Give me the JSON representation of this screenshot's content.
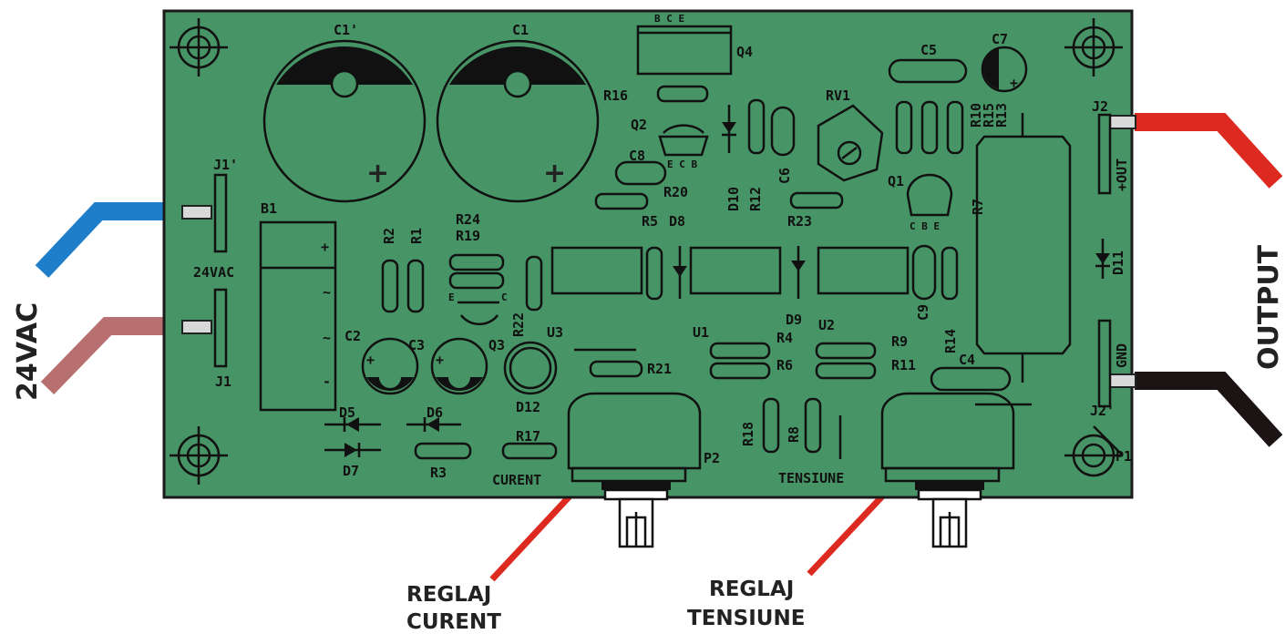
{
  "colors": {
    "board": "#479466",
    "wire_blue": "#1f7ec9",
    "wire_pink": "#b86f6f",
    "wire_red": "#dd2a20",
    "wire_black": "#1c1414",
    "silkscreen": "#111111"
  },
  "connectors": {
    "input_left": "24VAC",
    "output_right": "OUTPUT",
    "input_board": "24VAC",
    "j1_top": "J1'",
    "j1_bottom": "J1",
    "j2_top": "J2",
    "j2_bottom": "J2'",
    "out_plus": "+OUT",
    "out_gnd": "GND"
  },
  "adjust_labels": {
    "current_line1": "REGLAJ",
    "current_line2": "CURENT",
    "voltage_line1": "REGLAJ",
    "voltage_line2": "TENSIUNE"
  },
  "board_texts": {
    "curent": "CURENT",
    "tensiune": "TENSIUNE"
  },
  "pins": {
    "q4": "B C E",
    "q2": "E C B",
    "q1": "C B E",
    "q3_e": "E",
    "q3_c": "C"
  },
  "bridge_marks": [
    "+",
    "~",
    "~",
    "-"
  ],
  "components": {
    "C1p": "C1'",
    "C1": "C1",
    "C2": "C2",
    "C3": "C3",
    "C4": "C4",
    "C5": "C5",
    "C6": "C6",
    "C7": "C7",
    "C8": "C8",
    "C9": "C9",
    "Q1": "Q1",
    "Q2": "Q2",
    "Q3": "Q3",
    "Q4": "Q4",
    "RV1": "RV1",
    "B1": "B1",
    "R1": "R1",
    "R2": "R2",
    "R3": "R3",
    "R4": "R4",
    "R5": "R5",
    "R6": "R6",
    "R7": "R7",
    "R8": "R8",
    "R9": "R9",
    "R10": "R10",
    "R11": "R11",
    "R12": "R12",
    "R13": "R13",
    "R14": "R14",
    "R15": "R15",
    "R16": "R16",
    "R17": "R17",
    "R18": "R18",
    "R19": "R19",
    "R20": "R20",
    "R21": "R21",
    "R22": "R22",
    "R23": "R23",
    "R24": "R24",
    "D5": "D5",
    "D6": "D6",
    "D7": "D7",
    "D8": "D8",
    "D9": "D9",
    "D10": "D10",
    "D11": "D11",
    "D12": "D12",
    "U1": "U1",
    "U2": "U2",
    "U3": "U3",
    "P1": "P1",
    "P2": "P2"
  }
}
